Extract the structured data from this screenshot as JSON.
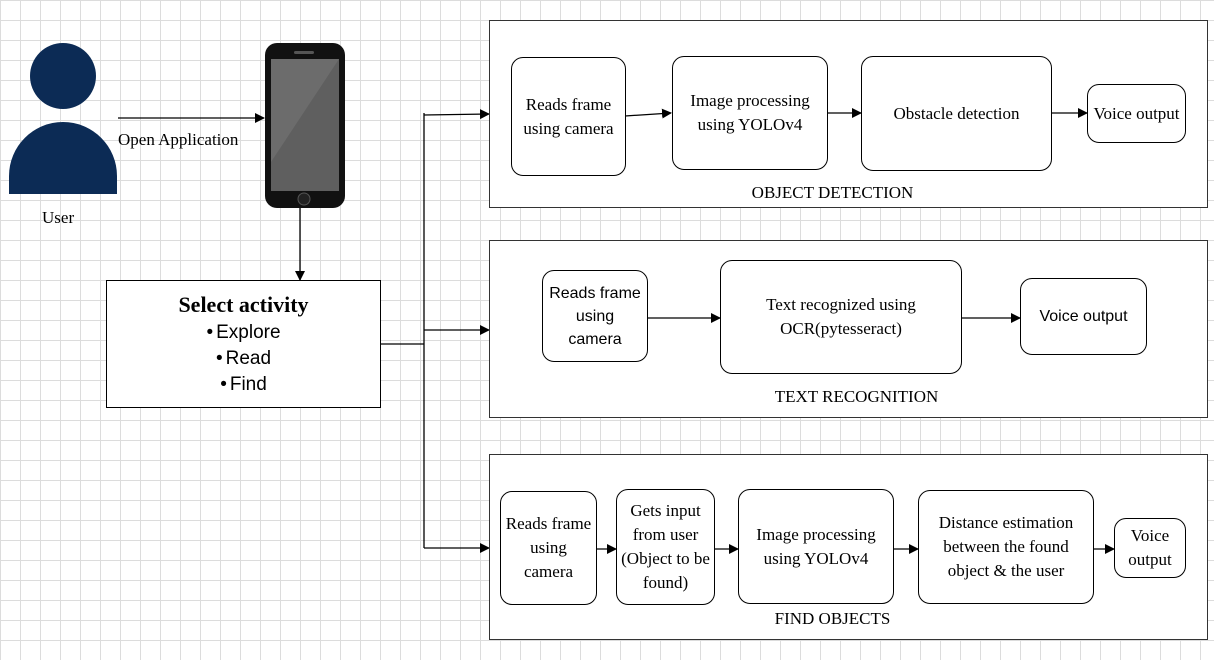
{
  "user": {
    "label": "User"
  },
  "phone_edge_label": "Open Application",
  "select_activity": {
    "title": "Select activity",
    "options": [
      "Explore",
      "Read",
      "Find"
    ]
  },
  "object_detection": {
    "caption": "OBJECT DETECTION",
    "steps": [
      "Reads frame using camera",
      "Image processing using YOLOv4",
      "Obstacle detection",
      "Voice output"
    ]
  },
  "text_recognition": {
    "caption": "TEXT RECOGNITION",
    "steps": [
      "Reads frame using camera",
      "Text recognized using OCR(pytesseract)",
      "Voice output"
    ]
  },
  "find_objects": {
    "caption": "FIND OBJECTS",
    "steps": [
      "Reads frame using camera",
      "Gets input from user (Object to be found)",
      "Image processing using YOLOv4",
      "Distance estimation between the found object & the user",
      "Voice output"
    ]
  },
  "colors": {
    "user_icon": "#0c2b55",
    "phone_body": "#111111",
    "phone_screen": "#5f5f5f"
  }
}
